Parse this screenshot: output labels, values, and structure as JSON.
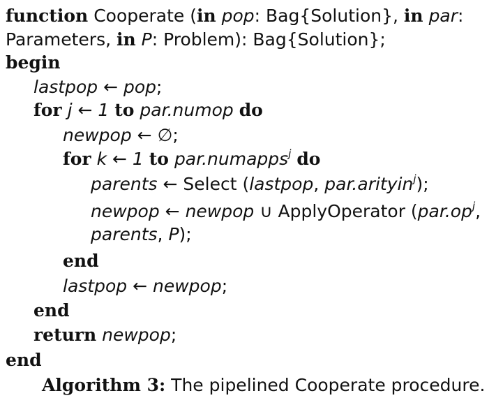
{
  "algorithm": {
    "l1": {
      "kw_function": "function",
      "name": "Cooperate (",
      "kw_in1": "in",
      "pop": "pop",
      "t1": ": Bag{Solution}, ",
      "kw_in2": "in",
      "par": "par",
      "t2": ":"
    },
    "l2": {
      "t1": "Parameters, ",
      "kw_in": "in",
      "P": "P",
      "t2": ": Problem): Bag{Solution};"
    },
    "l3": {
      "kw_begin": "begin"
    },
    "l4": {
      "lastpop": "lastpop",
      "arrow": " ← ",
      "pop": "pop",
      "semi": ";"
    },
    "l5": {
      "kw_for": "for",
      "j": "j",
      "arrow": " ← ",
      "one": "1",
      "kw_to": "to",
      "expr": "par.numop",
      "kw_do": "do"
    },
    "l6": {
      "newpop": "newpop",
      "arrow": " ← ",
      "empty": "∅",
      "semi": ";"
    },
    "l7": {
      "kw_for": "for",
      "k": "k",
      "arrow": " ← ",
      "one": "1",
      "kw_to": "to",
      "expr": "par.numapps",
      "sup": "j",
      "kw_do": "do"
    },
    "l8": {
      "parents": "parents",
      "arrow": " ← ",
      "fn": "Select (",
      "lastpop": "lastpop",
      "comma": ", ",
      "expr": "par.arityin",
      "sup": "j",
      "close": ");"
    },
    "l9": {
      "newpop": "newpop",
      "arrow": " ← ",
      "newpop2": "newpop",
      "union": " ∪ ",
      "fn": "ApplyOperator (",
      "expr": "par.op",
      "sup": "j",
      "comma": ","
    },
    "l10": {
      "parents": "parents",
      "comma": ", ",
      "P": "P",
      "close": ");"
    },
    "l11": {
      "kw_end": "end"
    },
    "l12": {
      "lastpop": "lastpop",
      "arrow": " ← ",
      "newpop": "newpop",
      "semi": ";"
    },
    "l13": {
      "kw_end": "end"
    },
    "l14": {
      "kw_return": "return",
      "newpop": "newpop",
      "semi": ";"
    },
    "l15": {
      "kw_end": "end"
    }
  },
  "caption": {
    "label": "Algorithm 3:",
    "text": " The pipelined Cooperate procedure."
  }
}
